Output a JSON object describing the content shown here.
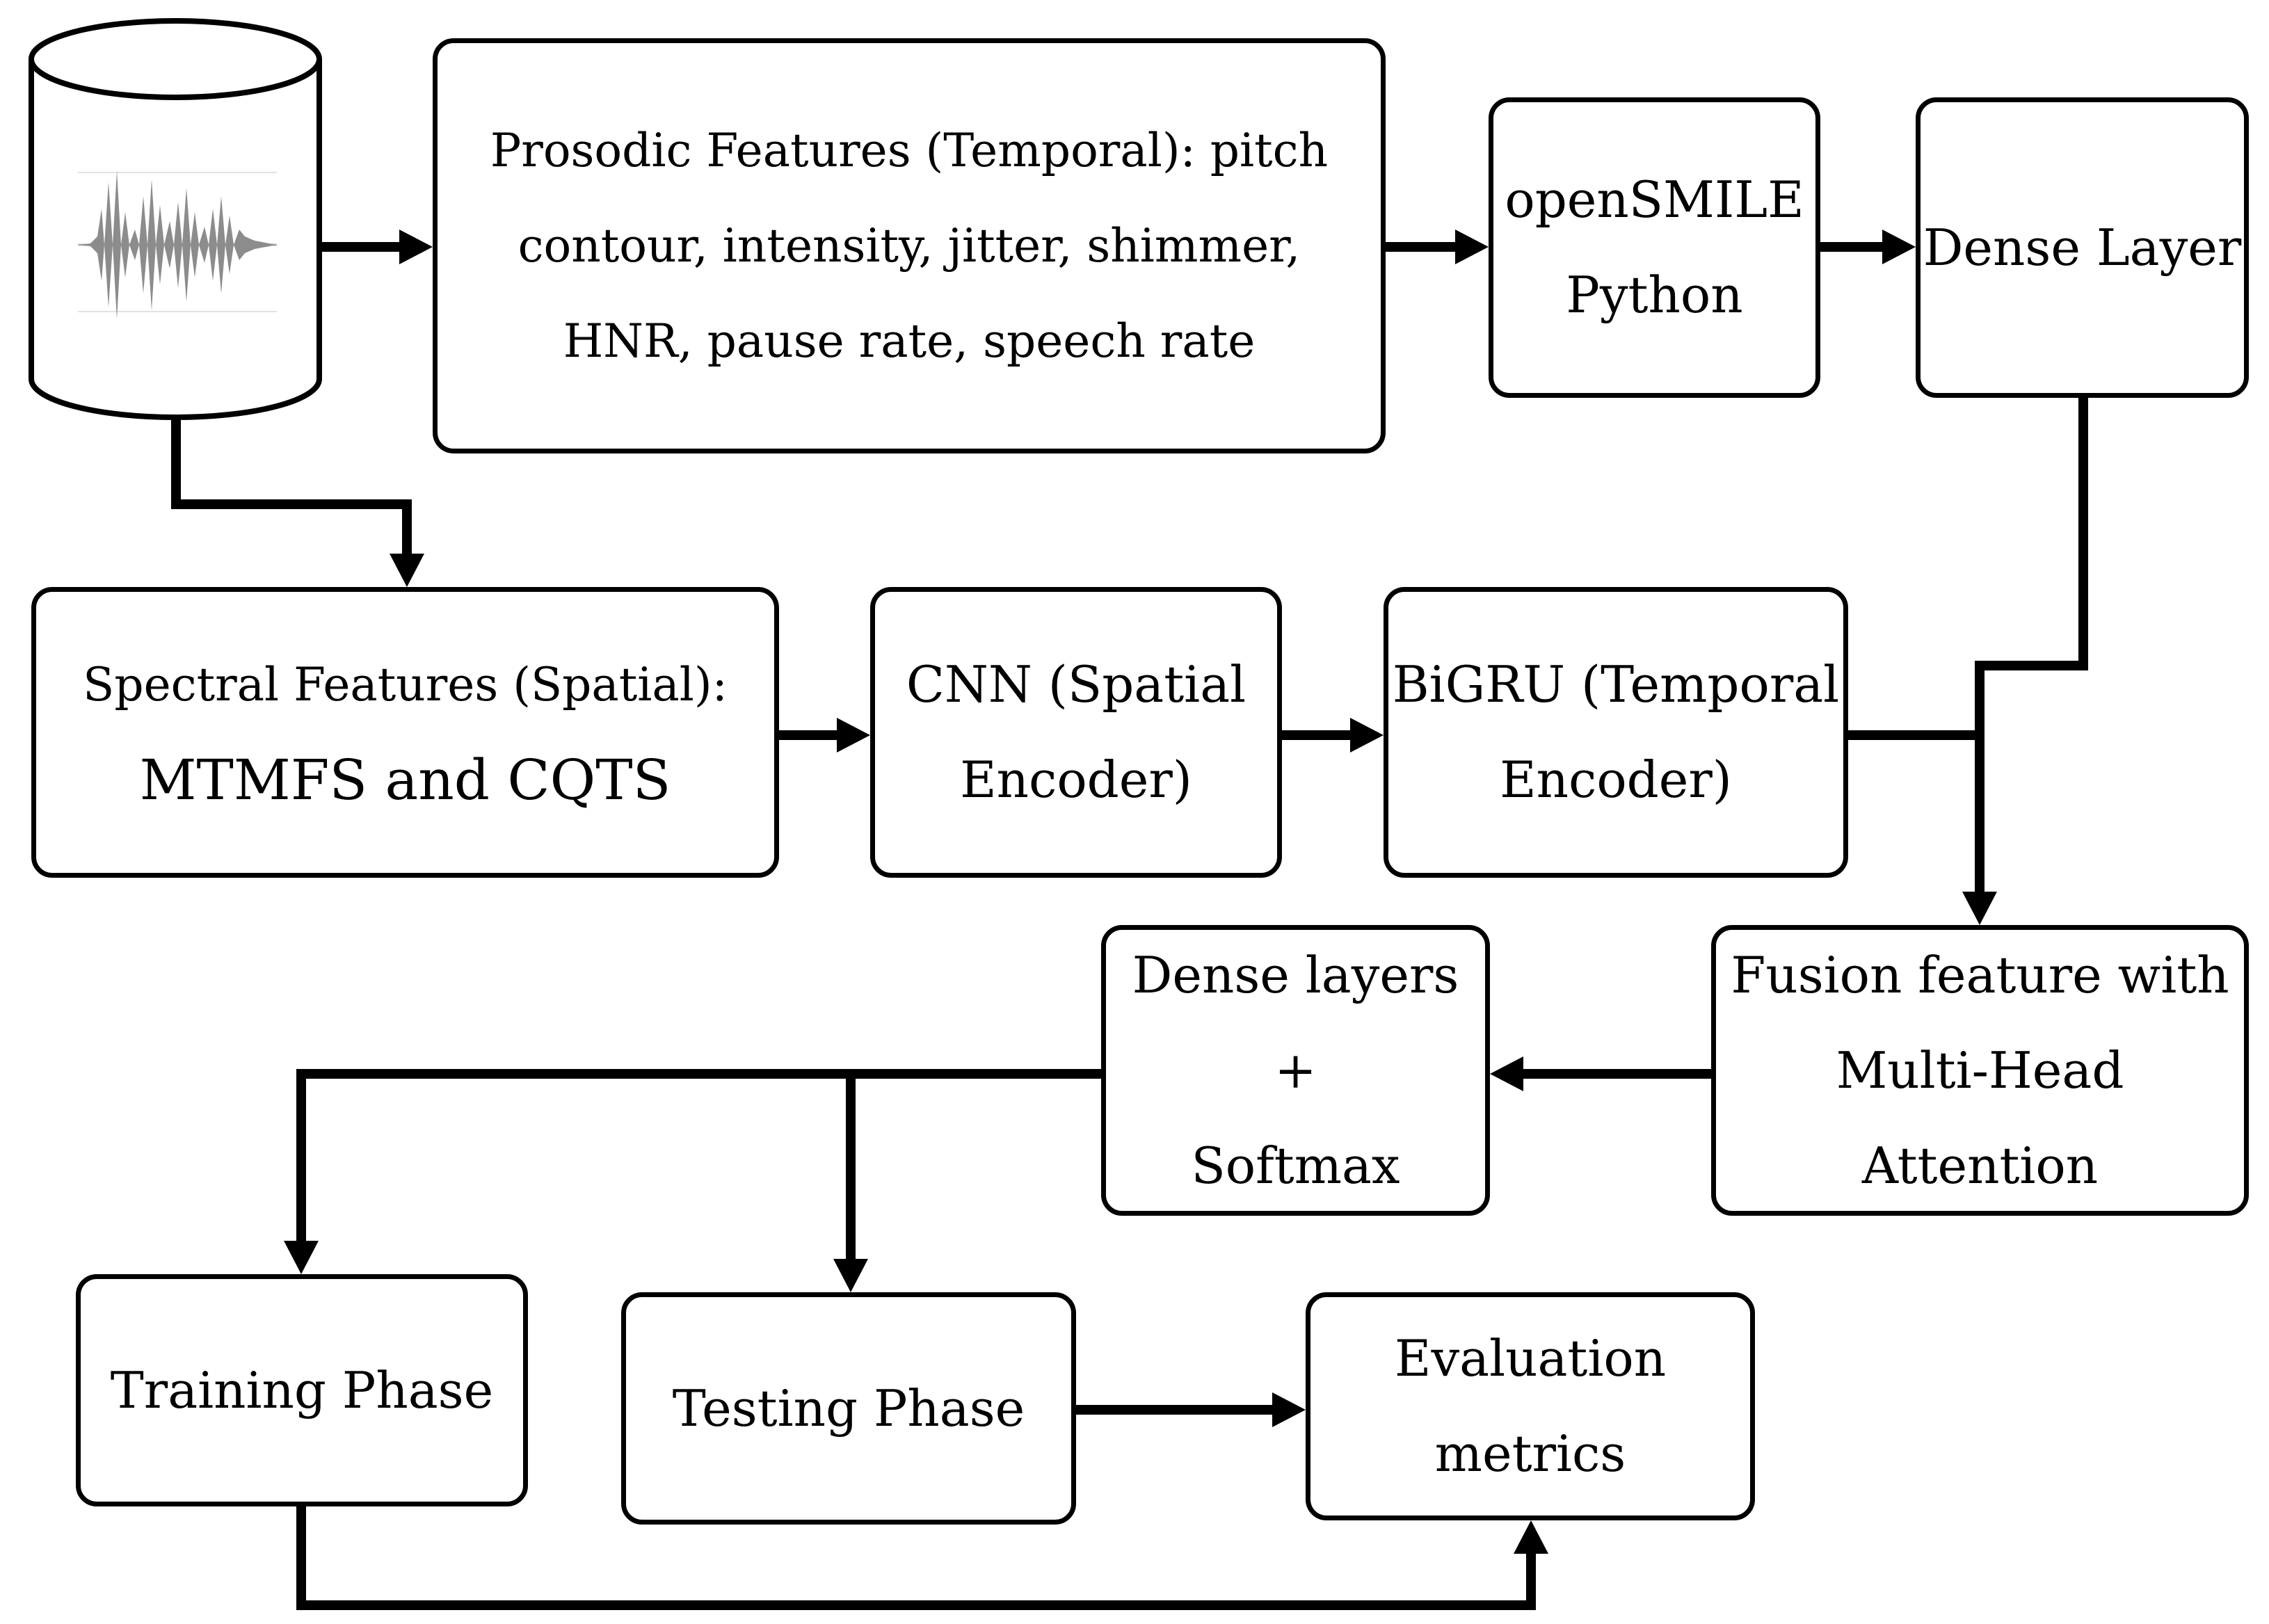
{
  "boxes": {
    "prosodic": {
      "lines": [
        "Prosodic Features (Temporal): pitch",
        "contour, intensity, jitter, shimmer,",
        "HNR, pause rate, speech rate"
      ]
    },
    "opensmile": {
      "lines": [
        "openSMILE",
        "Python"
      ]
    },
    "dense_layer": {
      "lines": [
        "Dense Layer"
      ]
    },
    "spectral": {
      "lines": [
        "Spectral Features (Spatial):",
        "MTMFS and CQTS"
      ]
    },
    "cnn": {
      "lines": [
        "CNN (Spatial",
        "Encoder)"
      ]
    },
    "bigru": {
      "lines": [
        "BiGRU (Temporal",
        "Encoder)"
      ]
    },
    "fusion": {
      "lines": [
        "Fusion feature with",
        "Multi-Head Attention"
      ]
    },
    "dense_softmax": {
      "lines": [
        "Dense layers +",
        "Softmax"
      ]
    },
    "training": {
      "lines": [
        "Training Phase"
      ]
    },
    "testing": {
      "lines": [
        "Testing Phase"
      ]
    },
    "evaluation": {
      "lines": [
        "Evaluation metrics"
      ]
    }
  },
  "icons": {
    "dataset": "audio-database-icon"
  },
  "colors": {
    "stroke": "#000000",
    "waveform": "#8c8c8c",
    "background": "#ffffff"
  }
}
